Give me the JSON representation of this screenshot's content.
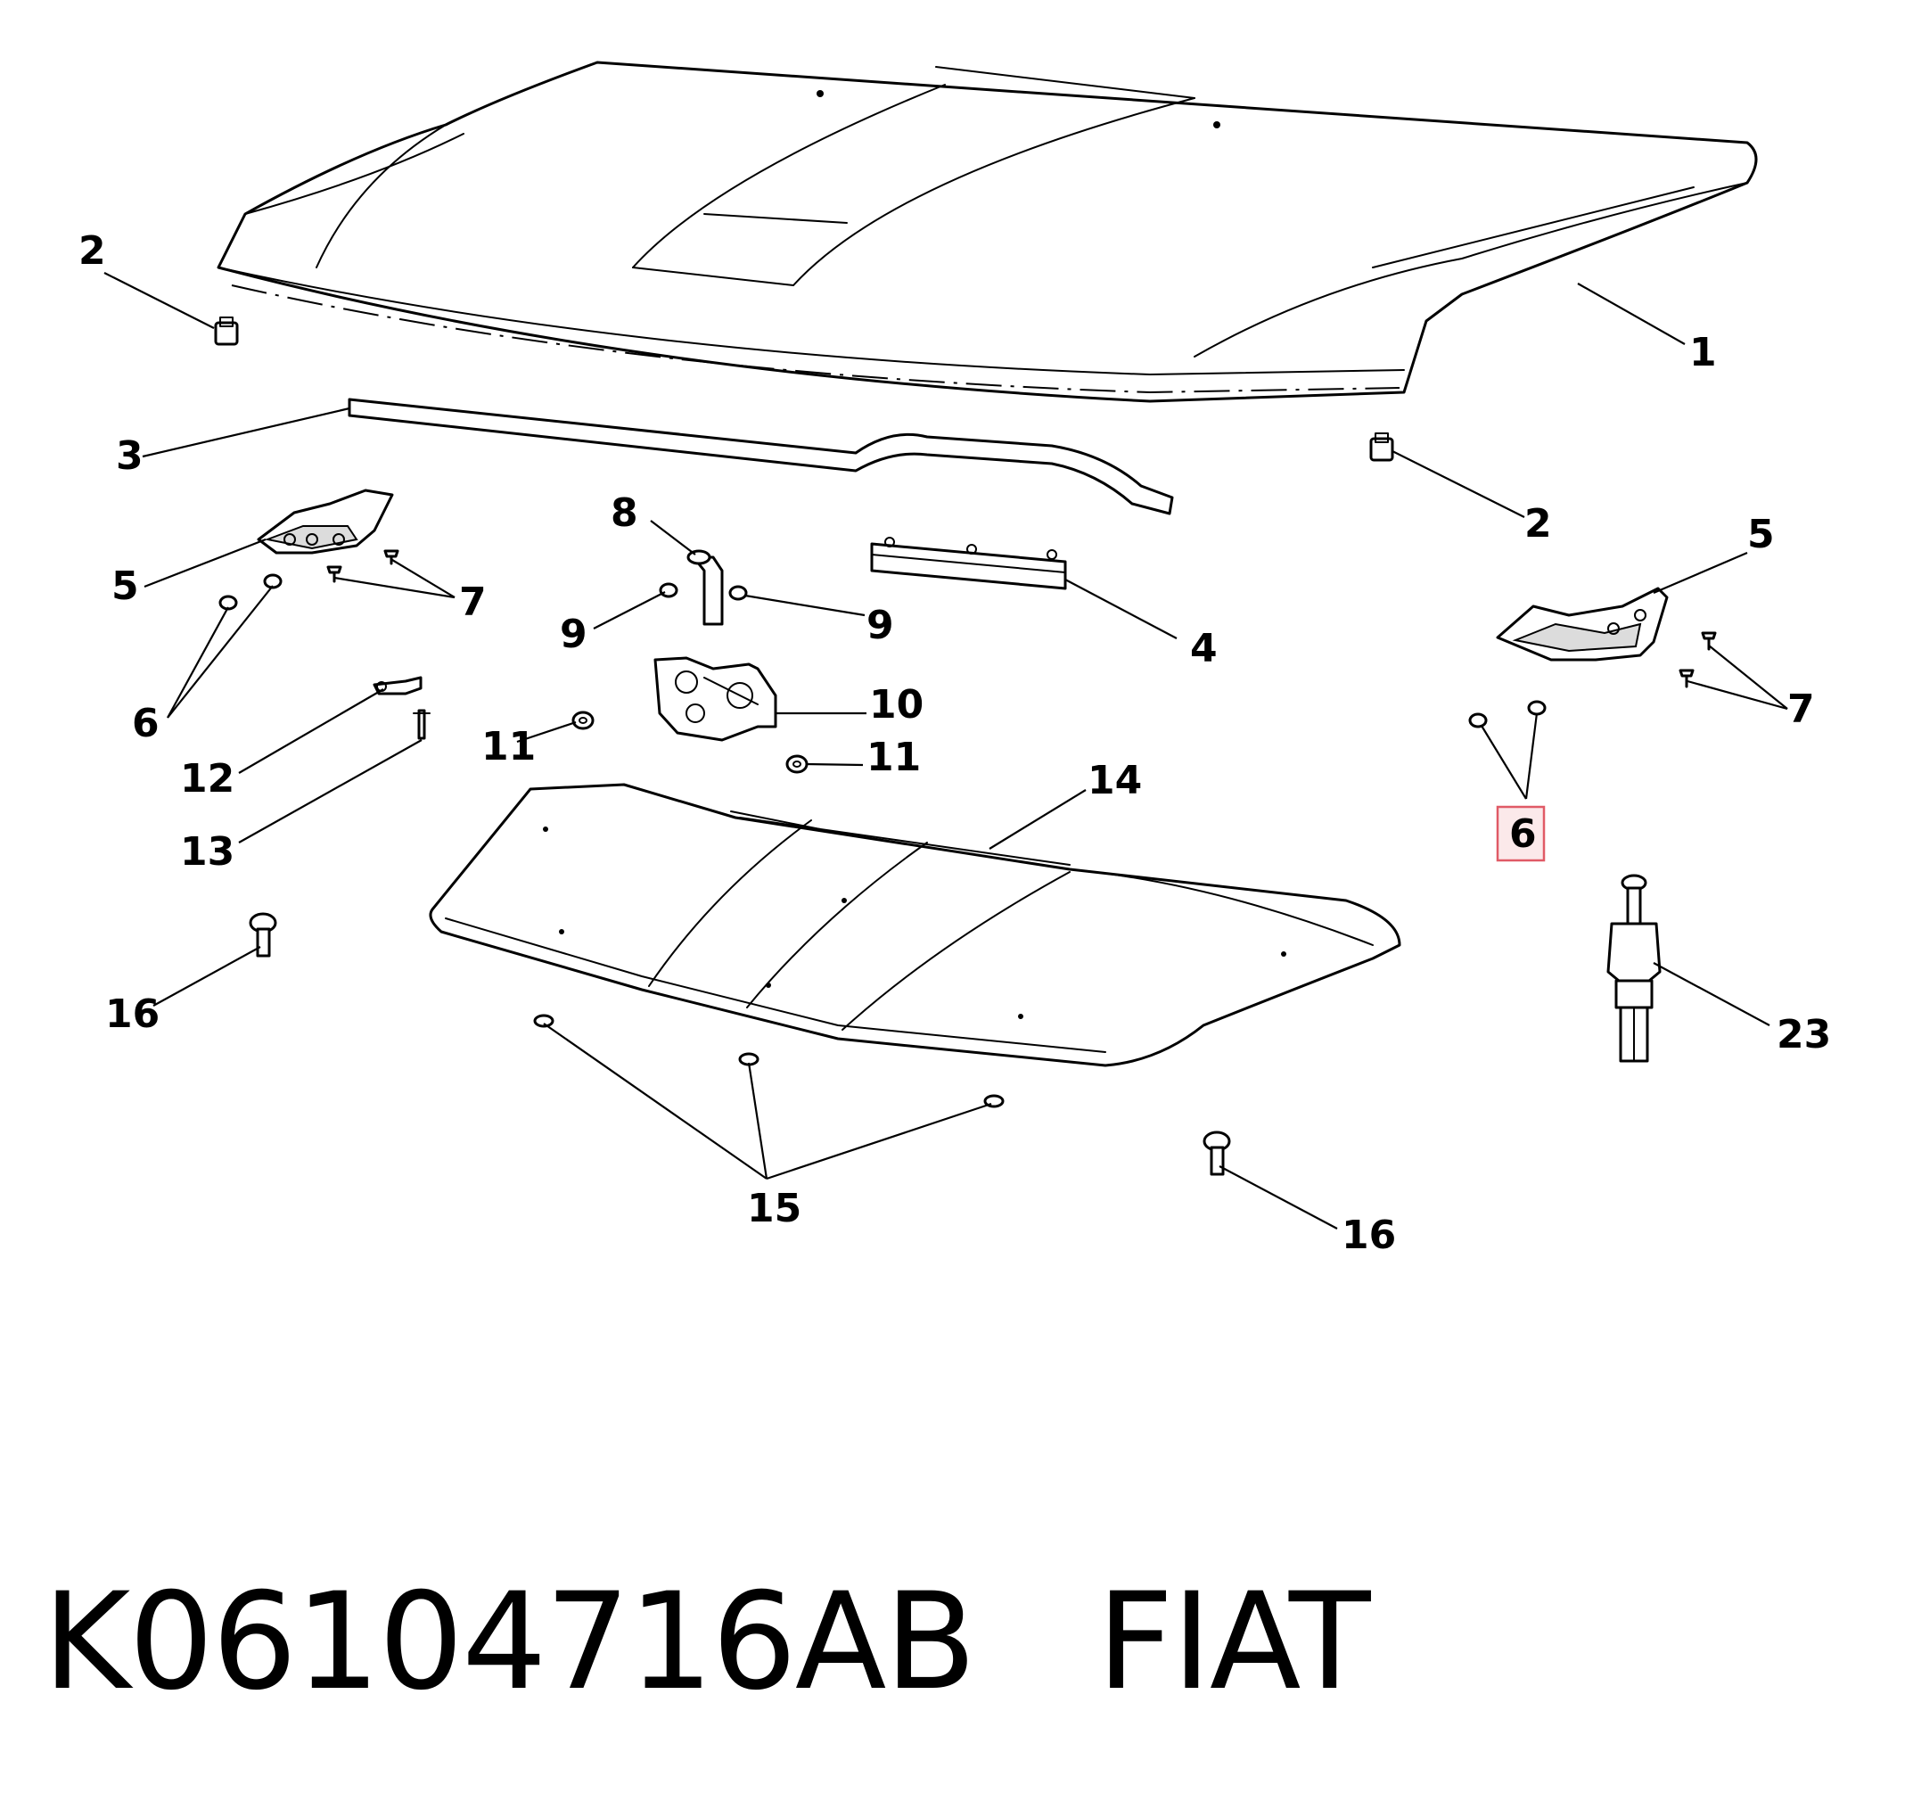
{
  "caption": {
    "part_number": "K06104716AB",
    "brand": "FIAT"
  },
  "highlight_color": "#e05a66",
  "callouts": [
    {
      "id": "c1",
      "label": "1"
    },
    {
      "id": "c2a",
      "label": "2"
    },
    {
      "id": "c2b",
      "label": "2"
    },
    {
      "id": "c3",
      "label": "3"
    },
    {
      "id": "c4",
      "label": "4"
    },
    {
      "id": "c5a",
      "label": "5"
    },
    {
      "id": "c5b",
      "label": "5"
    },
    {
      "id": "c6a",
      "label": "6"
    },
    {
      "id": "c6b",
      "label": "6",
      "highlighted": true
    },
    {
      "id": "c7a",
      "label": "7"
    },
    {
      "id": "c7b",
      "label": "7"
    },
    {
      "id": "c8",
      "label": "8"
    },
    {
      "id": "c9a",
      "label": "9"
    },
    {
      "id": "c9b",
      "label": "9"
    },
    {
      "id": "c10",
      "label": "10"
    },
    {
      "id": "c11a",
      "label": "11"
    },
    {
      "id": "c11b",
      "label": "11"
    },
    {
      "id": "c12",
      "label": "12"
    },
    {
      "id": "c13",
      "label": "13"
    },
    {
      "id": "c14",
      "label": "14"
    },
    {
      "id": "c15",
      "label": "15"
    },
    {
      "id": "c16a",
      "label": "16"
    },
    {
      "id": "c16b",
      "label": "16"
    },
    {
      "id": "c23",
      "label": "23"
    }
  ]
}
